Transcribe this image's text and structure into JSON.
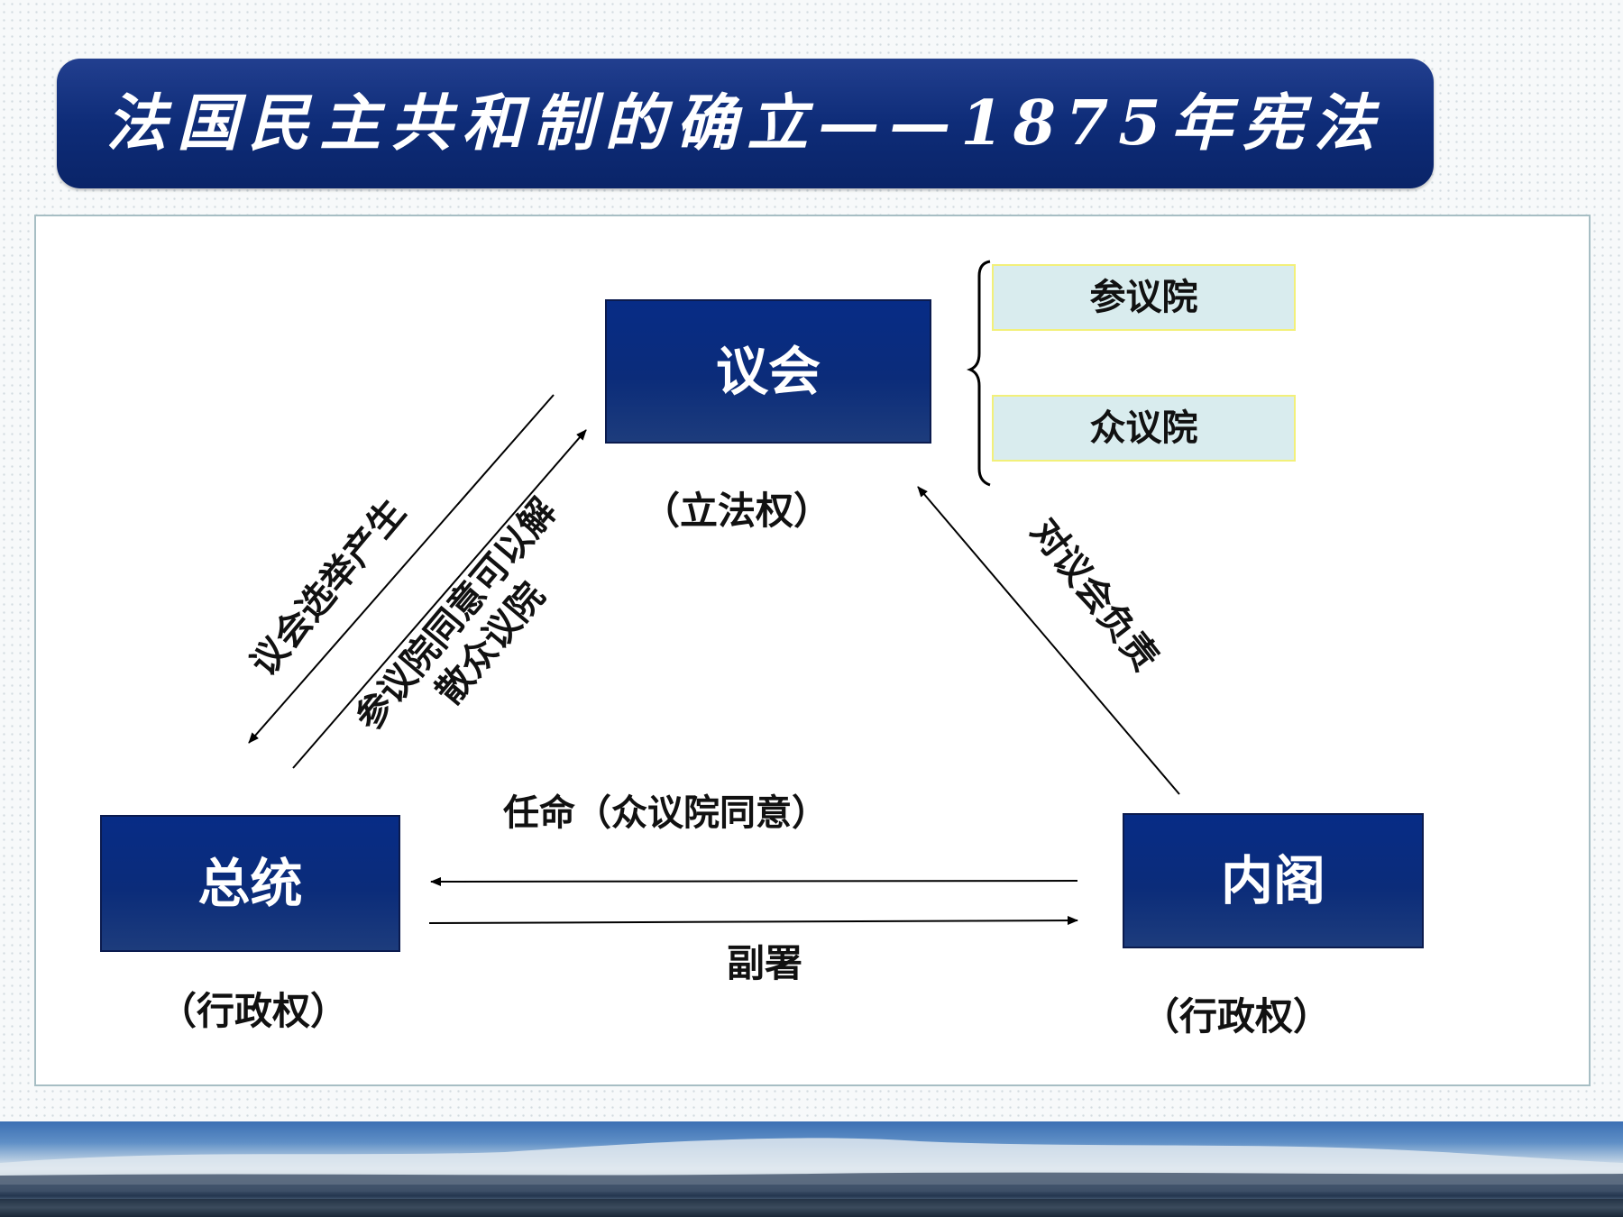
{
  "title": "法国民主共和制的确立——1875年宪法",
  "nodes": {
    "parliament": {
      "label": "议会",
      "power": "（立法权）"
    },
    "president": {
      "label": "总统",
      "power": "（行政权）"
    },
    "cabinet": {
      "label": "内阁",
      "power": "（行政权）"
    }
  },
  "chambers": [
    "参议院",
    "众议院"
  ],
  "edges": {
    "parliament_elects_president": "议会选举产生",
    "president_dissolves_line1": "参议院同意可以解",
    "president_dissolves_line2": "散众议院",
    "cabinet_responsible": "对议会负责",
    "appoint": "任命（众议院同意）",
    "countersign": "副署"
  },
  "colors": {
    "title_bg": "#0e2c78",
    "node_bg": "#0b2c7a",
    "chamber_bg": "#d9ecee",
    "chamber_border": "#f2f07a",
    "panel_border": "#a7bec4"
  }
}
